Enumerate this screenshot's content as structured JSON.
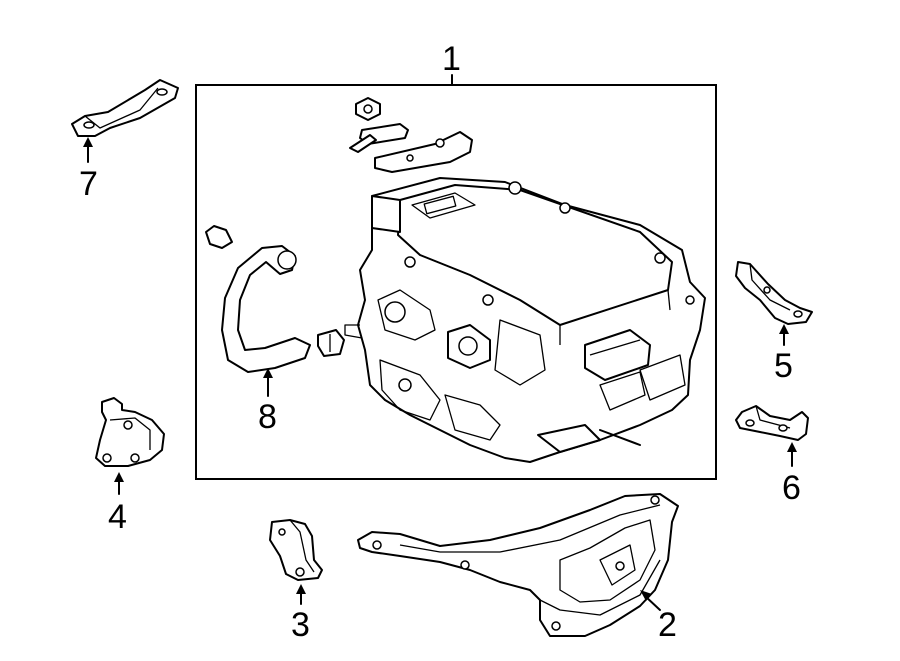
{
  "callouts": {
    "c1": "1",
    "c2": "2",
    "c3": "3",
    "c4": "4",
    "c5": "5",
    "c6": "6",
    "c7": "7",
    "c8": "8"
  },
  "colors": {
    "line": "#000000",
    "background": "#ffffff"
  },
  "parts": [
    "inverter-assembly",
    "under-cover-bracket",
    "front-bracket",
    "side-bracket-left",
    "side-bracket-right",
    "lower-bracket-right",
    "upper-bracket",
    "coolant-hose"
  ]
}
